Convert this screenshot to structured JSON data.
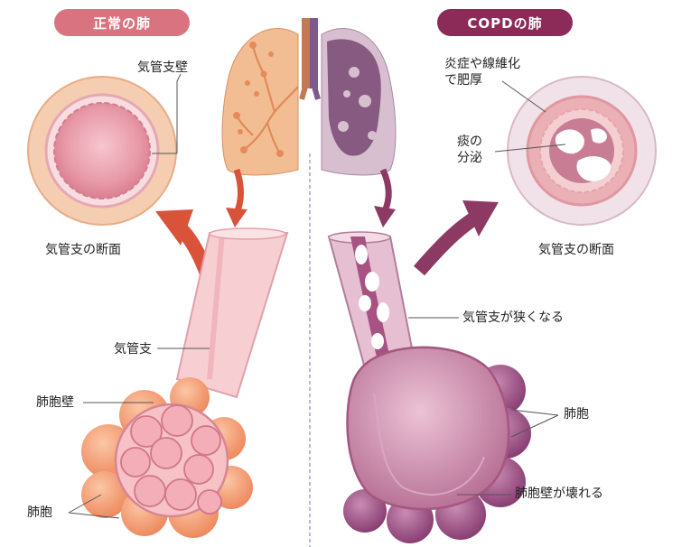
{
  "left_panel": {
    "title": "正常の肺",
    "labels": {
      "bronchial_wall": "気管支壁",
      "cross_section": "気管支の断面",
      "bronchus": "気管支",
      "alveolar_wall": "肺胞壁",
      "alveoli": "肺胞"
    }
  },
  "right_panel": {
    "title": "COPDの肺",
    "labels": {
      "thickening": "炎症や線維化\nで肥厚",
      "sputum": "痰の\n分泌",
      "cross_section": "気管支の断面",
      "narrowing": "気管支が狭くなる",
      "alveoli": "肺胞",
      "alveolar_wall_destroyed": "肺胞壁が壊れる"
    }
  },
  "colors": {
    "normal_pill": "#d9737f",
    "copd_pill": "#8c2a58",
    "normal_lung": "#f3bd94",
    "copd_lung": "#d8bfd0",
    "copd_lung_dark": "#7e4f78",
    "ring_normal": "#f4c8a4",
    "ring_copd": "#ecd8e0",
    "arrow_normal": "#d9533a",
    "arrow_copd": "#8c3a64"
  }
}
